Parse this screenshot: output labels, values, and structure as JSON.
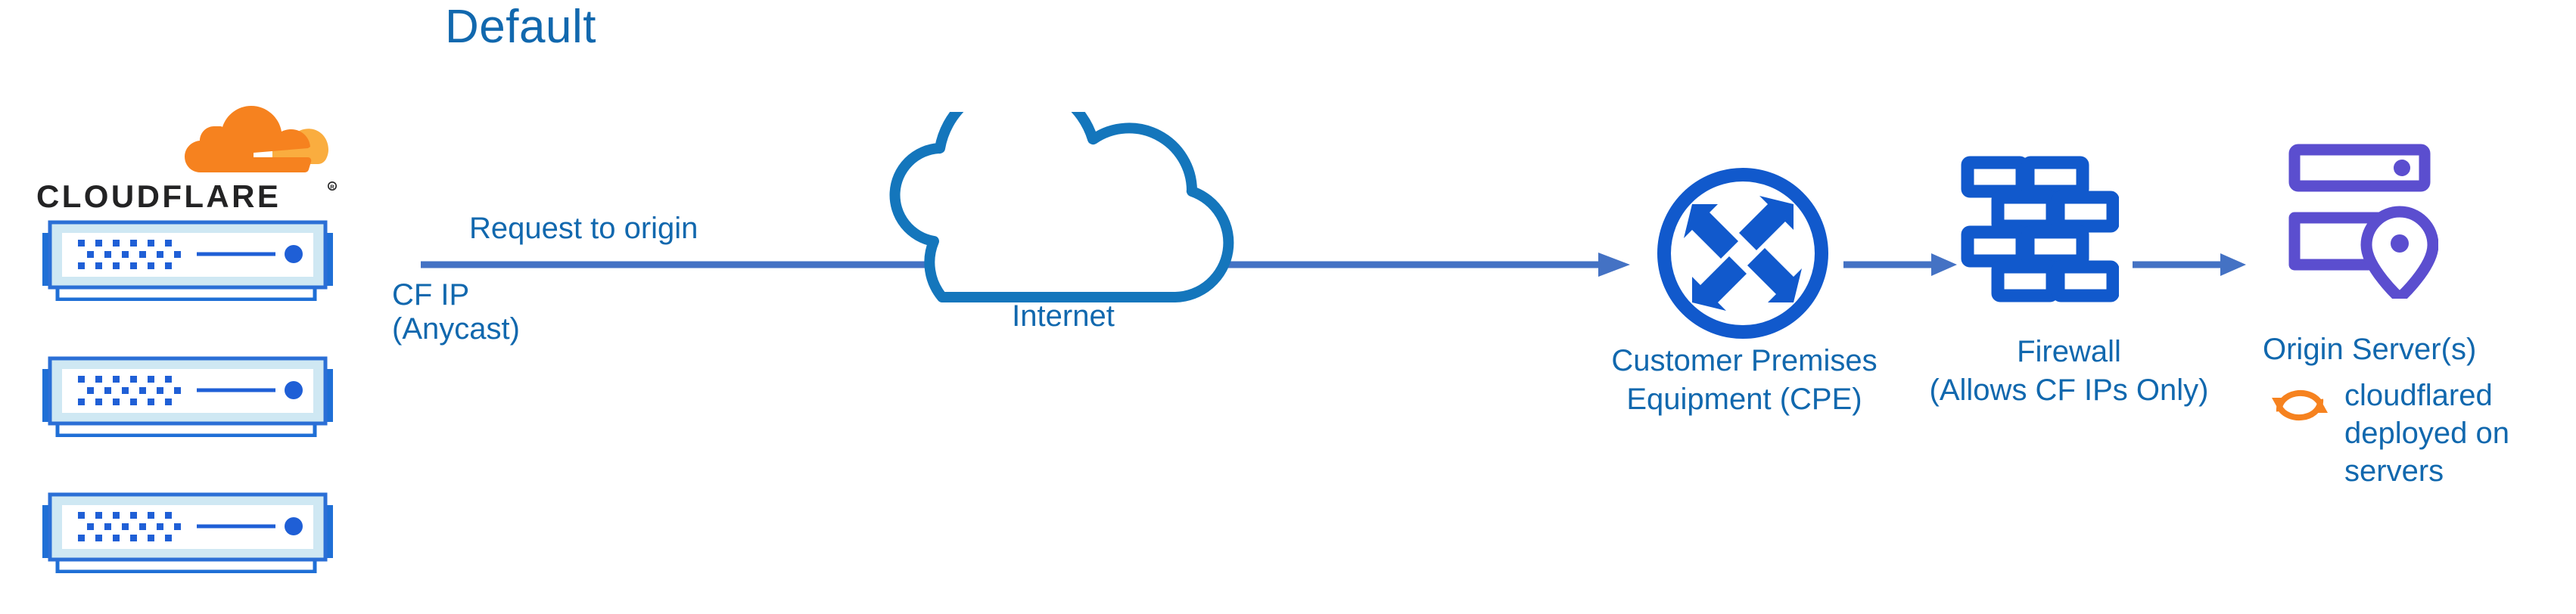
{
  "title": "Default",
  "colors": {
    "title_blue": "#1168ae",
    "label_blue": "#1168ae",
    "arrow_blue": "#4472c4",
    "node_blue": "#1159cc",
    "cloud_blue": "#1476bc",
    "origin_purple": "#5b4ecf",
    "cloudflare_orange": "#f6821f",
    "cloudflare_orange_light": "#faad3f",
    "wordmark_dark": "#232324",
    "server_fill": "#dbeef5",
    "server_stroke": "#1f6fd6"
  },
  "logo": {
    "name": "cloudflare-logo",
    "wordmark": "CLOUDFLARE",
    "registered_mark": "®"
  },
  "cf_servers": [
    {
      "name": "cloudflare-server-1"
    },
    {
      "name": "cloudflare-server-2"
    },
    {
      "name": "cloudflare-server-3"
    }
  ],
  "edges": {
    "request_label": "Request to origin",
    "cf_ip_label_line1": "CF IP",
    "cf_ip_label_line2": "(Anycast)"
  },
  "nodes": {
    "internet": {
      "label": "Internet",
      "icon": "cloud-icon"
    },
    "cpe": {
      "label_line1": "Customer Premises",
      "label_line2": "Equipment (CPE)",
      "icon": "router-icon"
    },
    "firewall": {
      "label_line1": "Firewall",
      "label_line2": "(Allows CF IPs Only)",
      "icon": "brick-wall-icon"
    },
    "origin": {
      "label": "Origin Server(s)",
      "icon": "server-location-icon"
    }
  },
  "annotation": {
    "cloudflared_note": "cloudflared\ndeployed on\nservers",
    "icon": "sync-arrows-icon"
  }
}
